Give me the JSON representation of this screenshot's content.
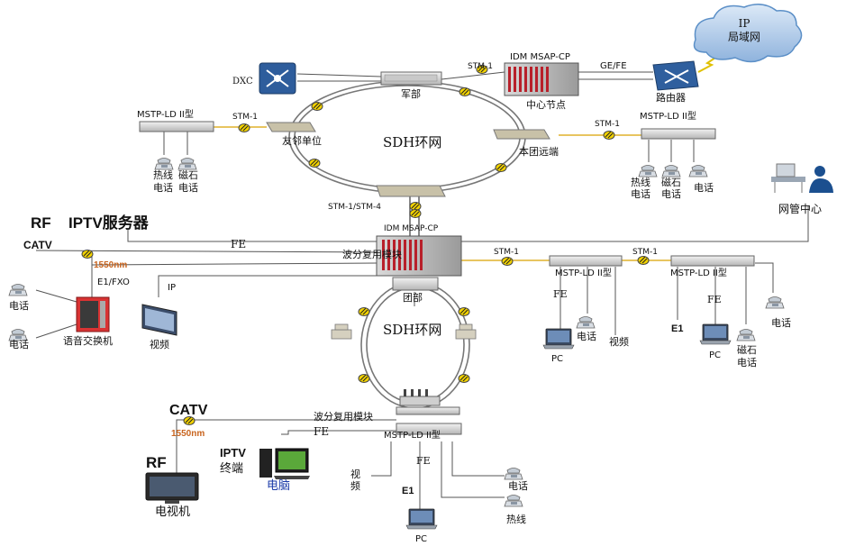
{
  "ring_top": {
    "label": "SDH环网"
  },
  "ring_bottom": {
    "label": "SDH环网"
  },
  "cloud": {
    "line1": "IP",
    "line2": "局域网"
  },
  "dxc": {
    "label": "DXC"
  },
  "hq": {
    "label": "军部"
  },
  "center_node": {
    "title": "IDM MSAP-CP",
    "caption": "中心节点",
    "link_label": "GE/FE",
    "stm_label": "STM-1"
  },
  "router": {
    "label": "路由器"
  },
  "friendly": {
    "device": "MSTP-LD II型",
    "stm_label": "STM-1",
    "unit_label": "友邻单位",
    "phones": [
      {
        "l1": "热线",
        "l2": "电话"
      },
      {
        "l1": "磁石",
        "l2": "电话"
      }
    ]
  },
  "regiment_remote": {
    "device": "MSTP-LD II型",
    "stm_label": "STM-1",
    "unit_label": "本团远端",
    "phones": [
      {
        "l1": "热线",
        "l2": "电话"
      },
      {
        "l1": "磁石",
        "l2": "电话"
      },
      {
        "l1": "电话",
        "l2": ""
      }
    ]
  },
  "nms": {
    "label": "网管中心"
  },
  "link_stm": {
    "label": "STM-1/STM-4"
  },
  "mid_node": {
    "title": "IDM MSAP-CP",
    "wdm": "波分复用模块",
    "tuan": "团部",
    "fe": "FE"
  },
  "left": {
    "rf": "RF",
    "iptv": "IPTV服务器",
    "catv": "CATV",
    "nm": "1550nm",
    "e1fxo": "E1/FXO",
    "ip": "IP",
    "phone1": "电话",
    "phone2": "电话",
    "switch": "语音交换机",
    "video": "视频"
  },
  "mstp_a": {
    "label": "MSTP-LD II型",
    "stm": "STM-1",
    "fe": "FE",
    "phone": "电话",
    "video": "视频",
    "pc": "PC"
  },
  "mstp_b": {
    "label": "MSTP-LD II型",
    "stm": "STM-1",
    "fe": "FE",
    "e1": "E1",
    "pc": "PC",
    "phone": "电话",
    "cx1": "磁石",
    "cx2": "电话"
  },
  "bottom": {
    "catv": "CATV",
    "nm": "1550nm",
    "wdm": "波分复用模块",
    "fe": "FE",
    "rf": "RF",
    "iptv1": "IPTV",
    "iptv2": "终端",
    "pc_label": "电脑",
    "tv": "电视机",
    "mstp": "MSTP-LD II型",
    "video1": "视",
    "video2": "频",
    "e1": "E1",
    "fe2": "FE",
    "phone": "电话",
    "hotline": "热线",
    "pc": "PC"
  },
  "colors": {
    "orange": "#c8641e",
    "blue": "#1a3aa8",
    "cloud": "#5b8fc7",
    "rack_red": "#b8202a"
  }
}
